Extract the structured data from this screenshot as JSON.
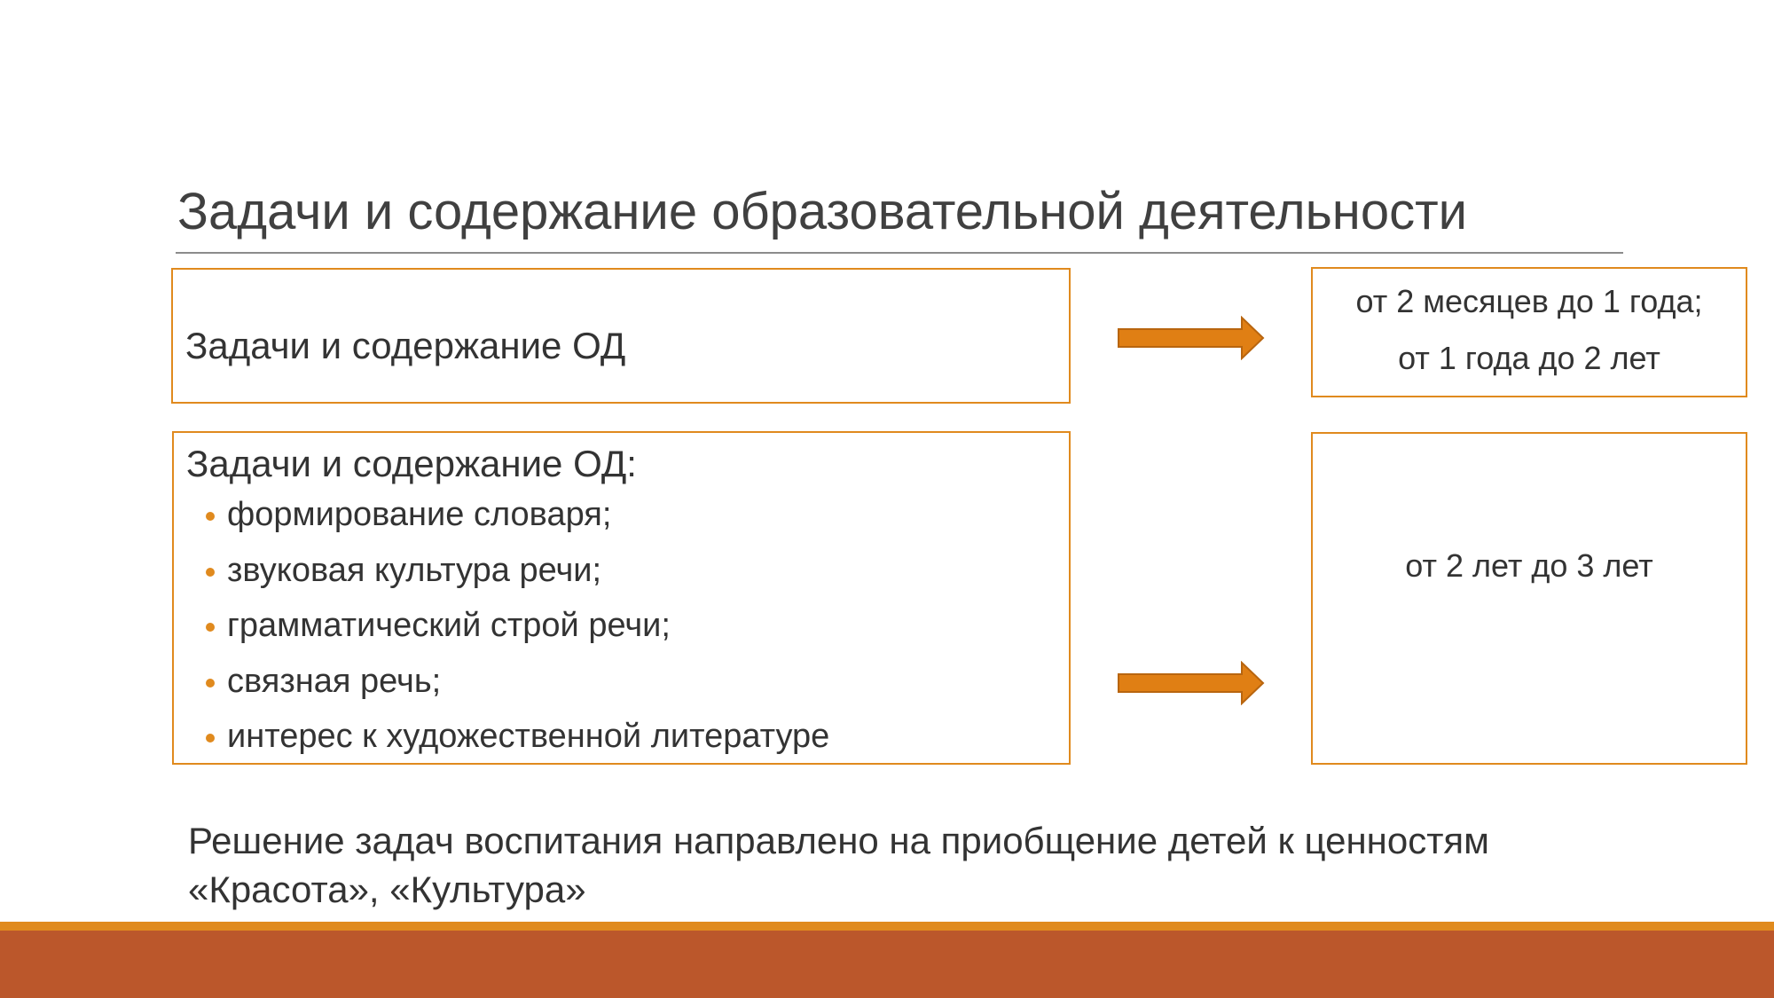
{
  "title": "Задачи и содержание образовательной деятельности",
  "left_top_box": {
    "heading": "Задачи и содержание ОД"
  },
  "left_bottom_box": {
    "heading": "Задачи и содержание ОД:",
    "bullets": [
      "формирование словаря;",
      "звуковая культура речи;",
      "грамматический строй речи;",
      "связная речь;",
      "интерес к художественной литературе"
    ]
  },
  "right_top_box": {
    "lines": [
      "от 2 месяцев до 1 года;",
      "от 1 года до 2 лет"
    ]
  },
  "right_bottom_box": {
    "line": "от 2 лет до 3 лет"
  },
  "footer": {
    "line1": "Решение задач воспитания направлено на приобщение детей к ценностям",
    "line2": "«Красота», «Культура»"
  },
  "colors": {
    "accent_orange": "#e08a1e",
    "band_rust": "#bb572b",
    "arrow_fill": "#e07f14",
    "arrow_stroke": "#b8650f"
  },
  "icons": {
    "arrows": "right-arrow-icon"
  }
}
